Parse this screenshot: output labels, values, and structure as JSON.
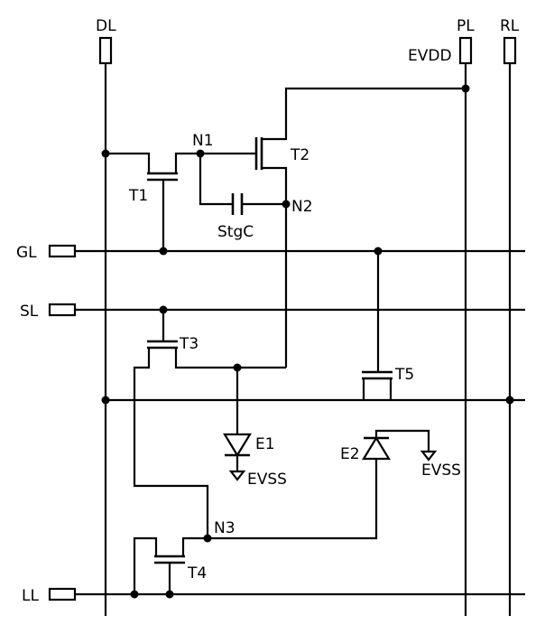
{
  "labels": {
    "dl": "DL",
    "pl": "PL",
    "rl": "RL",
    "evdd": "EVDD",
    "gl": "GL",
    "sl": "SL",
    "ll": "LL",
    "n1": "N1",
    "n2": "N2",
    "n3": "N3",
    "t1": "T1",
    "t2": "T2",
    "t3": "T3",
    "t4": "T4",
    "t5": "T5",
    "stgc": "StgC",
    "e1": "E1",
    "e2": "E2",
    "evss_1": "EVSS",
    "evss_2": "EVSS"
  }
}
